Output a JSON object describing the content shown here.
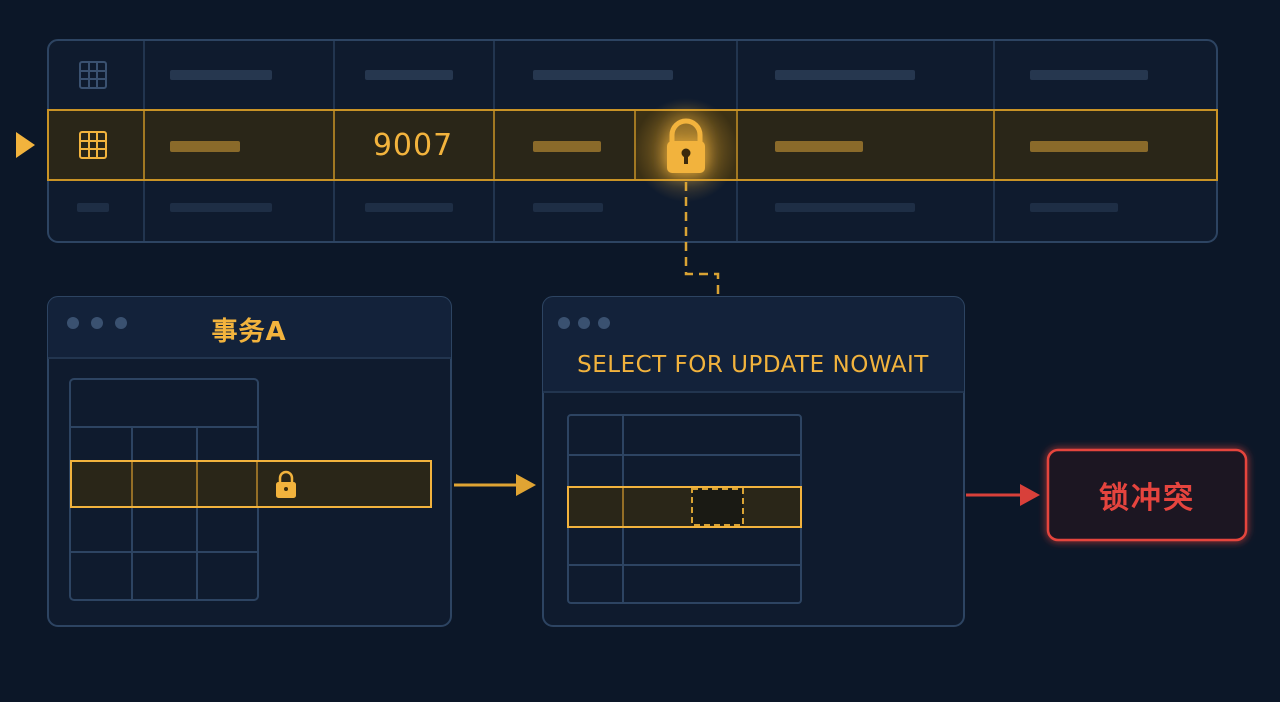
{
  "colors": {
    "background": "#0c1728",
    "panel": "#101d32",
    "border": "#2d4462",
    "accent": "#f2b33d",
    "conflict": "#e5443e",
    "placeholder_bar": "#26374f"
  },
  "top_table": {
    "highlighted_row_id": "9007",
    "row_icon": "table-grid-icon",
    "lock_icon": "padlock-icon",
    "pointer_icon": "triangle-right-icon"
  },
  "transaction_a": {
    "title": "事务A",
    "lock_icon": "padlock-icon"
  },
  "transaction_b": {
    "query": "SELECT FOR UPDATE NOWAIT"
  },
  "result": {
    "label": "锁冲突"
  },
  "icons": [
    "table-grid-icon",
    "padlock-icon",
    "arrow-right-icon",
    "window-dots-icon"
  ]
}
